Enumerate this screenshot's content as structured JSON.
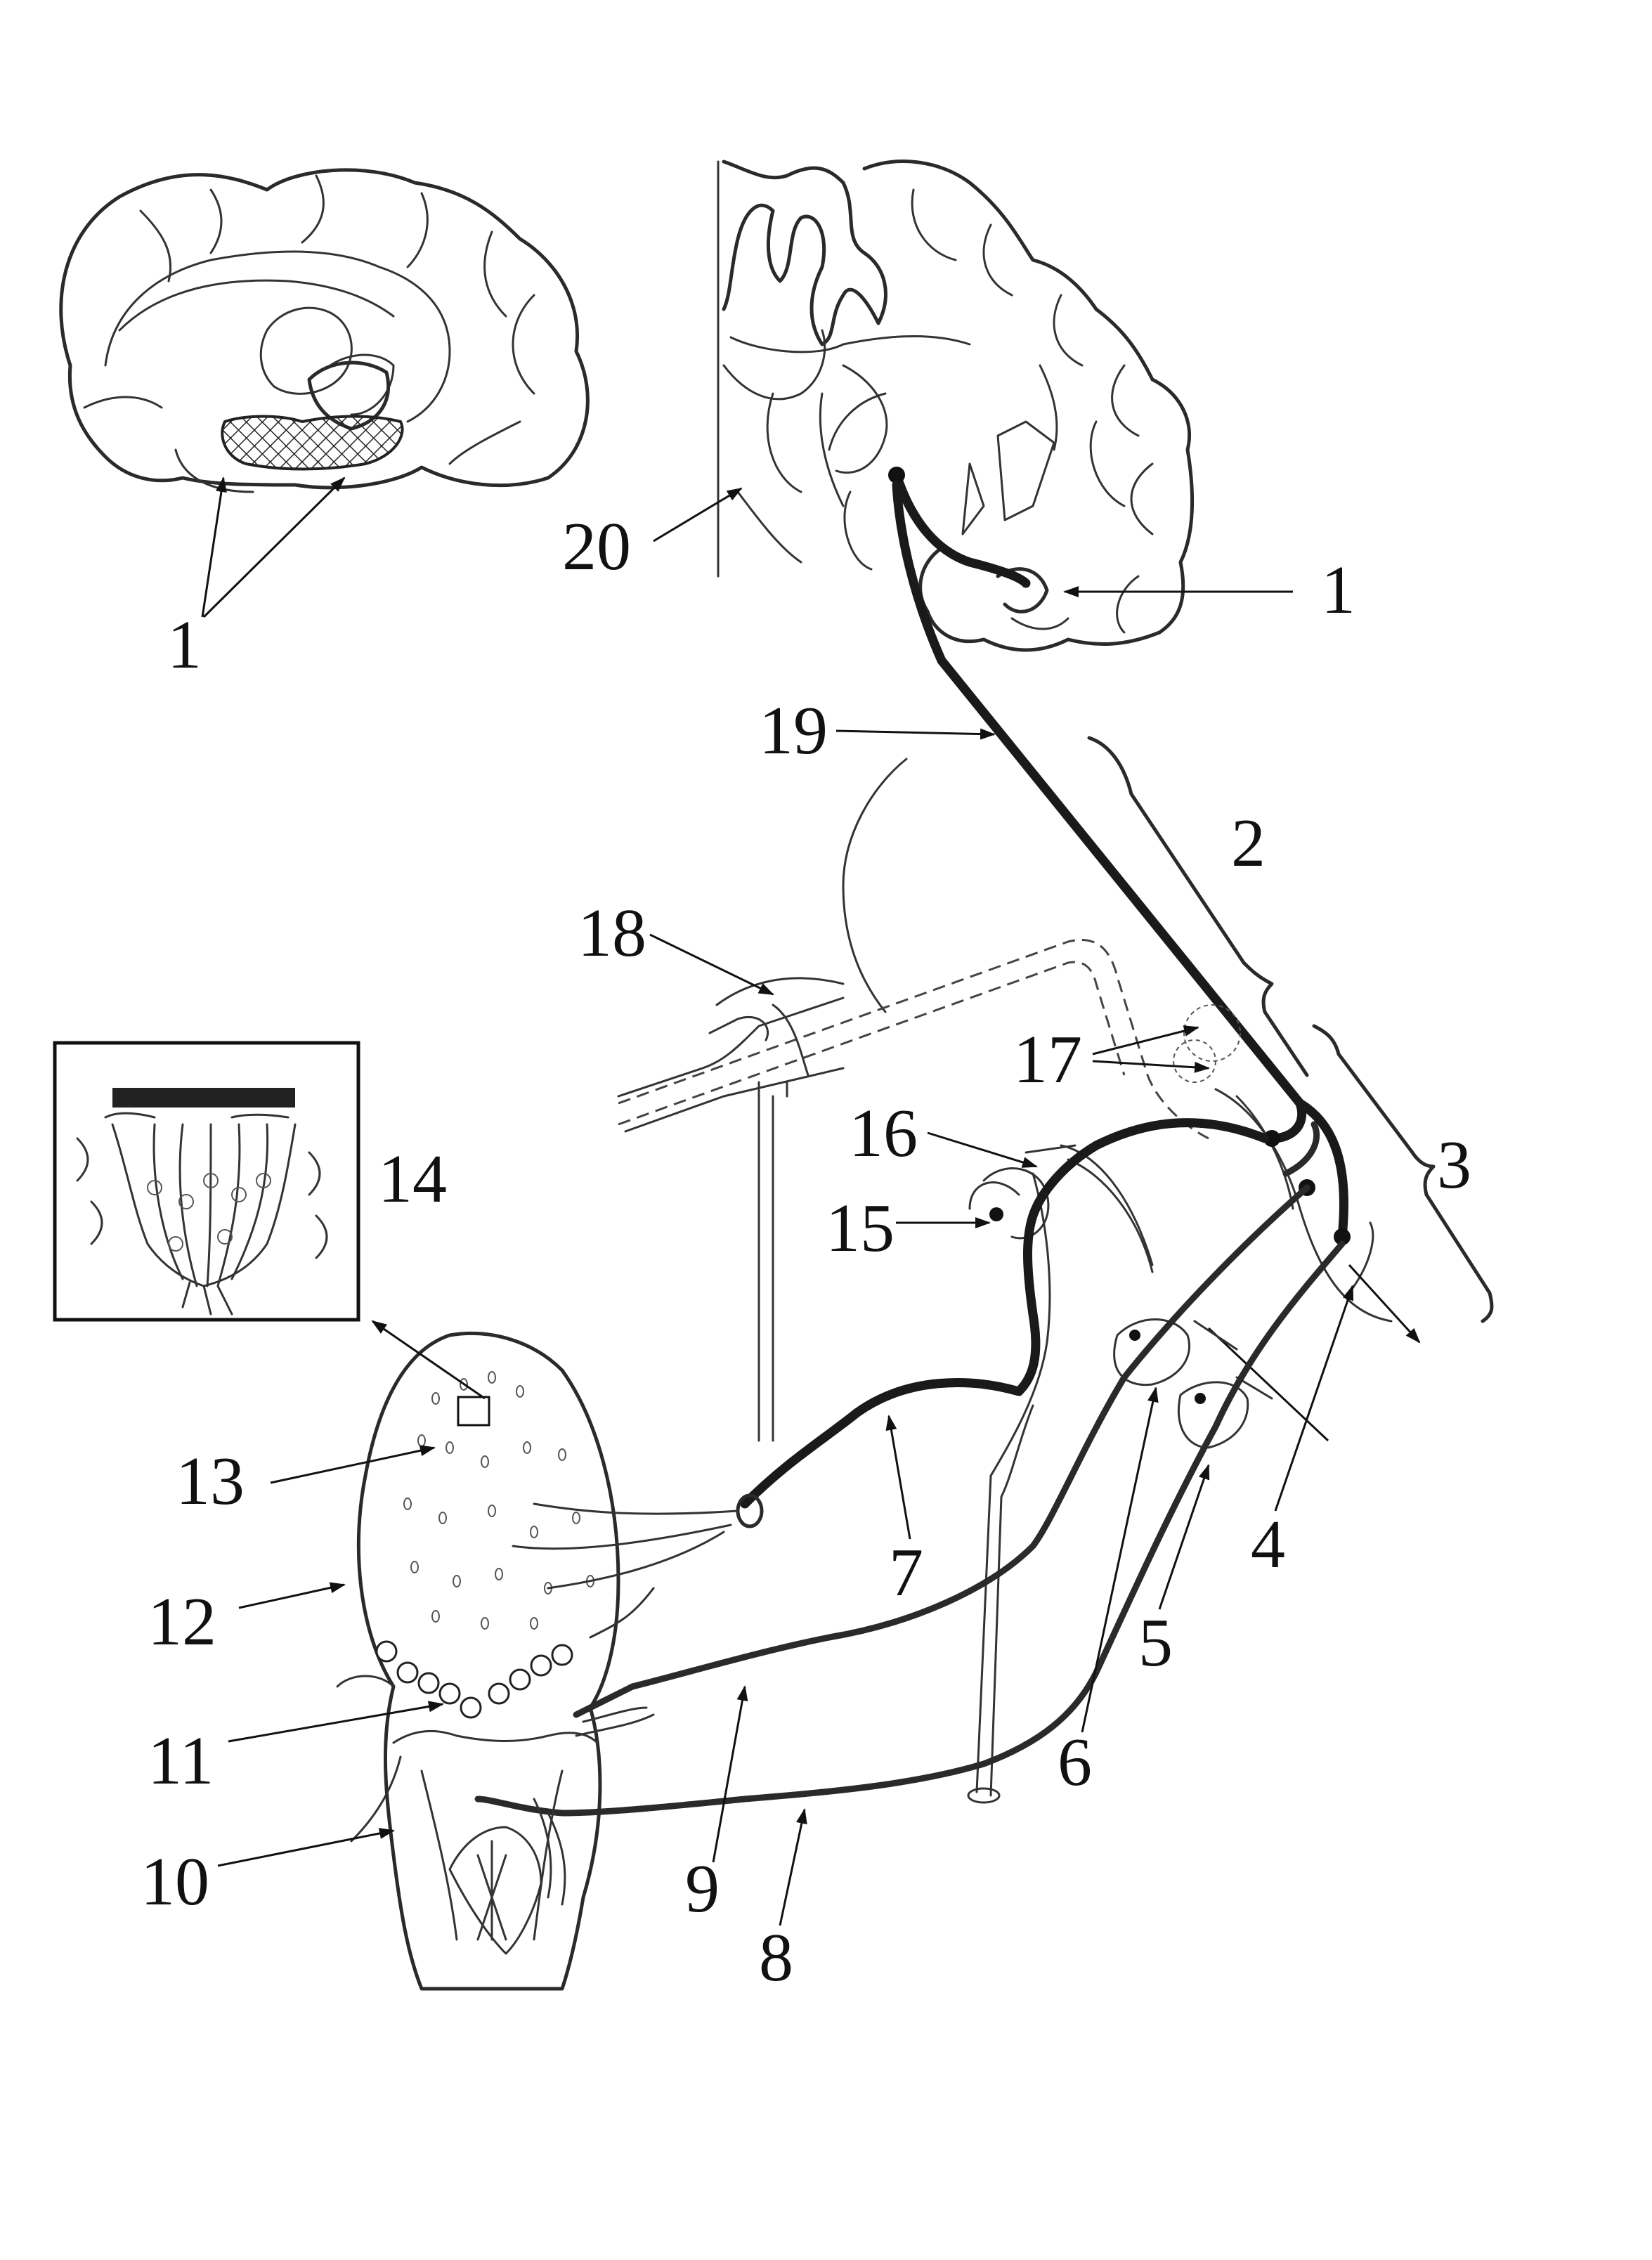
{
  "labels": {
    "l1_brain": "1",
    "l1_coronal": "1",
    "l2": "2",
    "l3": "3",
    "l4": "4",
    "l5": "5",
    "l6": "6",
    "l7": "7",
    "l8": "8",
    "l9": "9",
    "l10": "10",
    "l11": "11",
    "l12": "12",
    "l13": "13",
    "l14": "14",
    "l15": "15",
    "l16": "16",
    "l17": "17",
    "l18": "18",
    "l19": "19",
    "l20": "20"
  },
  "colors": {
    "line": "#1a1a1a",
    "background": "#ffffff"
  }
}
